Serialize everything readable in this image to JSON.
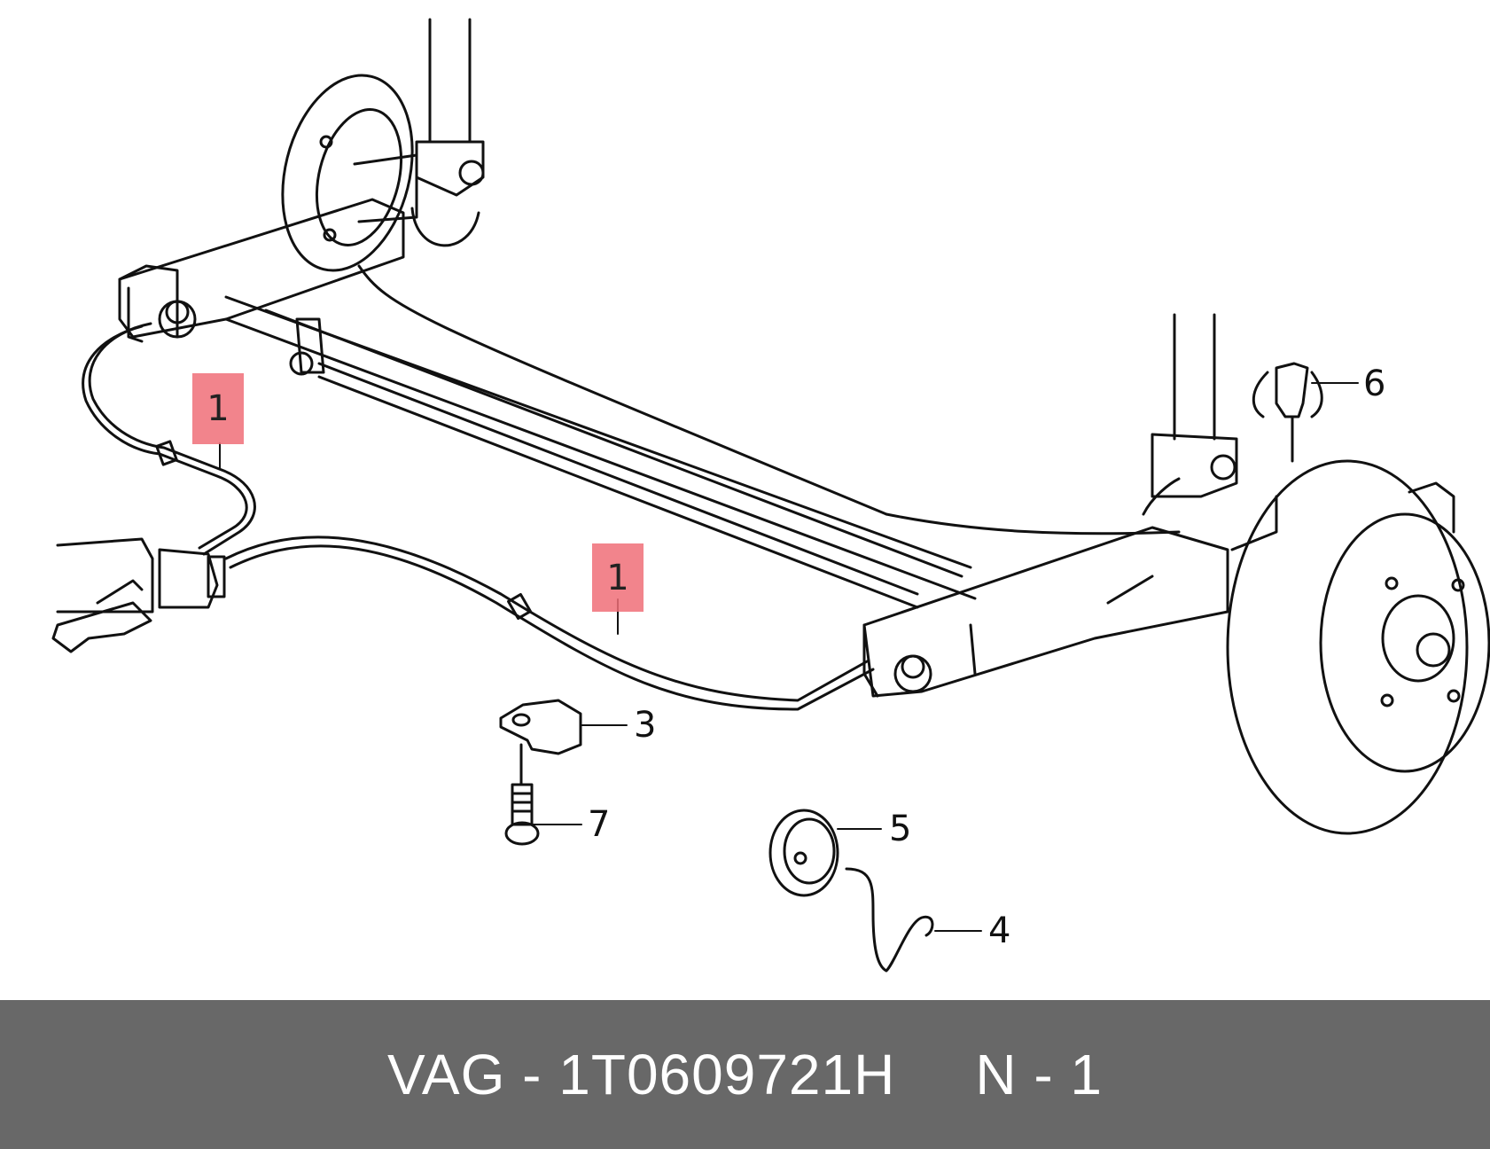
{
  "diagram": {
    "callouts": [
      {
        "id": "c1a",
        "label": "1",
        "highlighted": true
      },
      {
        "id": "c1b",
        "label": "1",
        "highlighted": true
      },
      {
        "id": "c3",
        "label": "3"
      },
      {
        "id": "c4",
        "label": "4"
      },
      {
        "id": "c5",
        "label": "5"
      },
      {
        "id": "c6",
        "label": "6"
      },
      {
        "id": "c7",
        "label": "7"
      }
    ],
    "highlight_color": "#f06e78"
  },
  "footer": {
    "part_text": "VAG - 1T0609721H",
    "qty_text": "N - 1"
  }
}
